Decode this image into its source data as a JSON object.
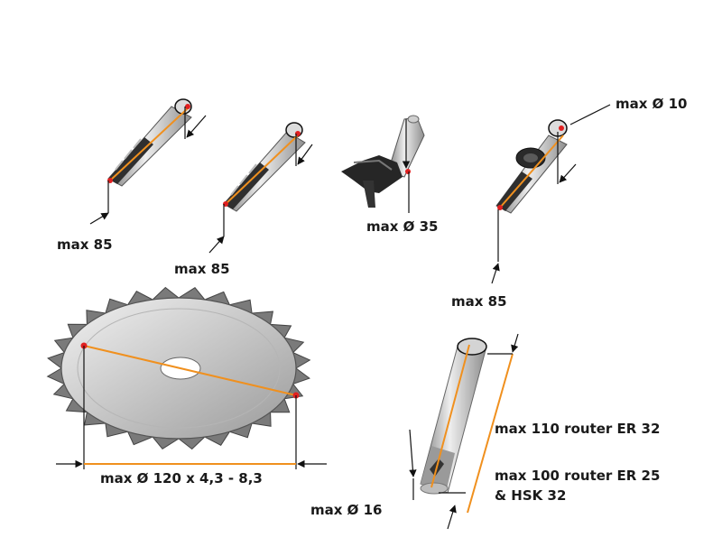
{
  "labels": {
    "drill1": "max 85",
    "drill2": "max 85",
    "hinge": "max Ø 35",
    "countersink_dia": "max Ø 10",
    "countersink_len": "max 85",
    "saw": "max Ø 120 x 4,3 - 8,3",
    "router_er32": "max 110 router ER 32",
    "router_er25_line1": "max 100 router ER 25",
    "router_er25_line2": "& HSK 32",
    "router_dia": "max Ø 16"
  },
  "colors": {
    "dimension_line": "#f0901e",
    "marker": "#e02020",
    "leader": "#111111",
    "tool_steel_light": "#e4e4e4",
    "tool_steel_dark": "#8a8a8a",
    "tool_black": "#2a2a2a"
  }
}
